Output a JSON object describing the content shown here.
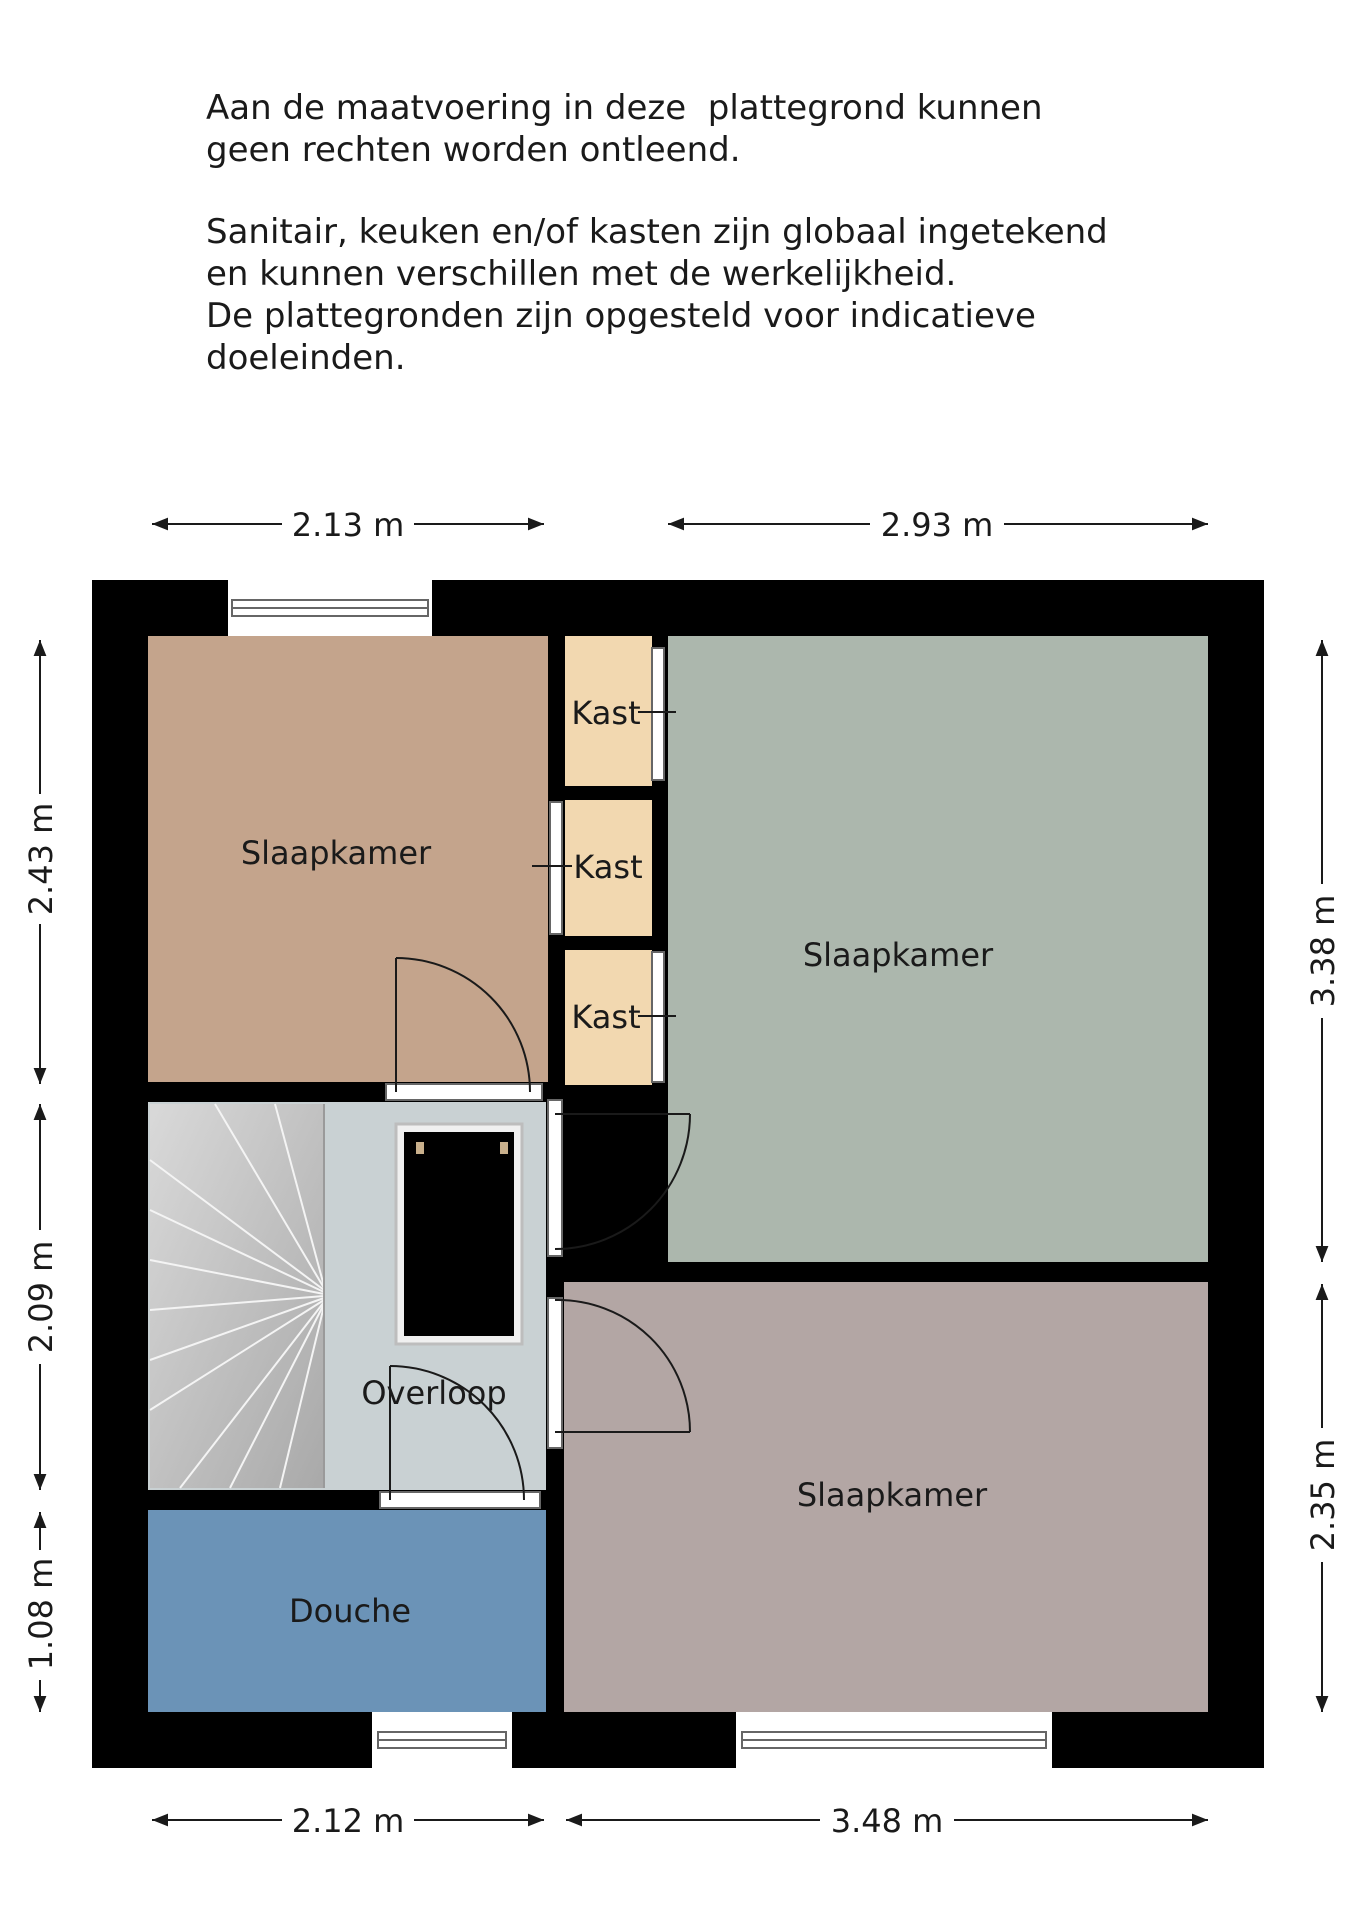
{
  "disclaimer": {
    "para1": [
      "Aan de maatvoering in deze  plattegrond kunnen",
      "geen rechten worden ontleend."
    ],
    "para2": [
      "Sanitair, keuken en/of kasten zijn globaal ingetekend",
      "en kunnen verschillen met de werkelijkheid.",
      "De plattegronden zijn opgesteld voor indicatieve",
      "doeleinden."
    ]
  },
  "rooms": {
    "bedroom_left": "Slaapkamer",
    "bedroom_right_top": "Slaapkamer",
    "bedroom_right_bottom": "Slaapkamer",
    "landing": "Overloop",
    "shower": "Douche",
    "closet_1": "Kast",
    "closet_2": "Kast",
    "closet_3": "Kast"
  },
  "dimensions": {
    "top_left": "2.13 m",
    "top_right": "2.93 m",
    "bottom_left": "2.12 m",
    "bottom_right": "3.48 m",
    "left_top": "2.43 m",
    "left_middle": "2.09 m",
    "left_bottom": "1.08 m",
    "right_top": "3.38 m",
    "right_bottom": "2.35 m"
  },
  "colors": {
    "wall": "#000000",
    "bedroom_left": "#c4a48c",
    "bedroom_right_top": "#acb7ad",
    "bedroom_right_bottom": "#b3a6a4",
    "landing": "#c9d1d3",
    "shower": "#6b93b7",
    "closet": "#f2d8b0",
    "stairs": "#b9b9b9"
  }
}
